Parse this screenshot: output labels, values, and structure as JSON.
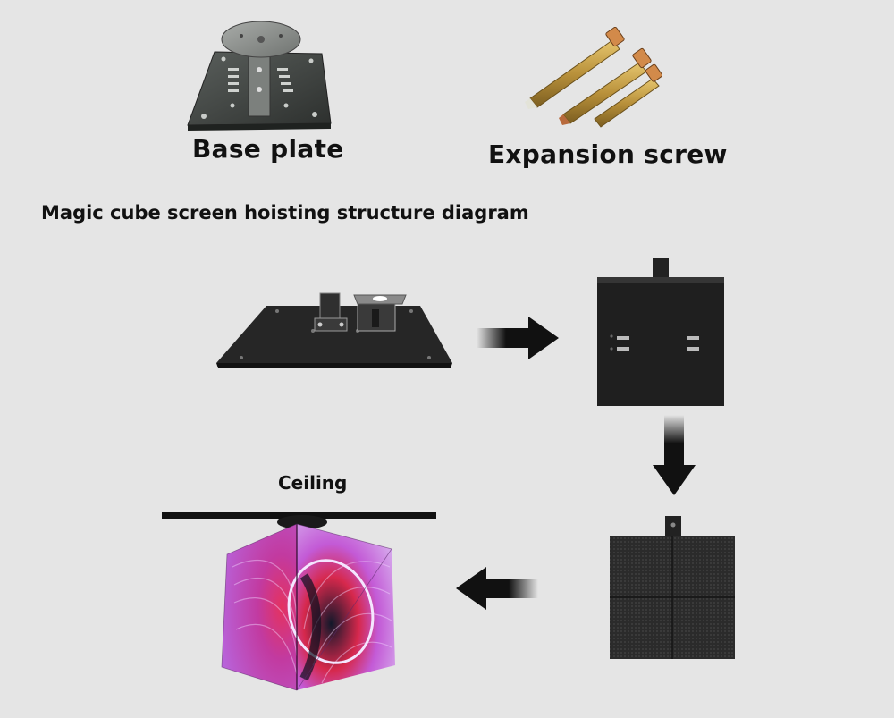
{
  "top_items": {
    "base_plate_label": "Base plate",
    "expansion_screw_label": "Expansion screw"
  },
  "diagram": {
    "title": "Magic cube screen hoisting structure diagram",
    "ceiling_label": "Ceiling"
  },
  "colors": {
    "background": "#e5e5e5",
    "metal_dark": "#1e1e1e",
    "brass": "#c7a24a",
    "cube_magenta": "#c25bd6",
    "cube_red": "#d6284c"
  },
  "icons": [
    "base-plate-photo",
    "expansion-screw-photo",
    "arrow-right-icon",
    "arrow-down-icon",
    "arrow-left-icon"
  ]
}
